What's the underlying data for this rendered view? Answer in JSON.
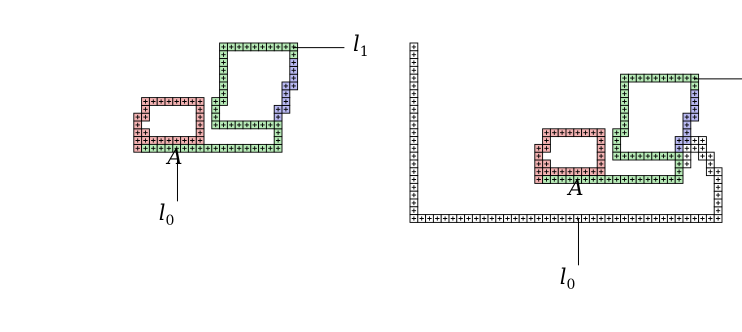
{
  "colors": {
    "red": "#f4b3b3",
    "green": "#b8ecb8",
    "blue": "#b9b9f2",
    "white": "#ffffff",
    "stroke": "#000000"
  },
  "labels": {
    "l1": {
      "base": "l",
      "sub": "1"
    },
    "l0": {
      "base": "l",
      "sub": "0"
    },
    "A": "A"
  },
  "panels": [
    {
      "id": "left",
      "paths": [
        {
          "fill": "red",
          "cells": [
            [
              24,
              12
            ],
            [
              23,
              12
            ],
            [
              22,
              12
            ],
            [
              21,
              12
            ],
            [
              20,
              12
            ],
            [
              19,
              12
            ],
            [
              18,
              12
            ],
            [
              17,
              12
            ],
            [
              17,
              11
            ],
            [
              16,
              11
            ],
            [
              16,
              10
            ],
            [
              16,
              9
            ],
            [
              17,
              9
            ],
            [
              17,
              8
            ],
            [
              17,
              7
            ],
            [
              18,
              7
            ],
            [
              19,
              7
            ],
            [
              20,
              7
            ],
            [
              21,
              7
            ],
            [
              22,
              7
            ],
            [
              23,
              7
            ],
            [
              24,
              7
            ],
            [
              24,
              8
            ],
            [
              24,
              9
            ],
            [
              24,
              10
            ],
            [
              24,
              11
            ]
          ]
        },
        {
          "fill": "red",
          "cells": [
            [
              17,
              12
            ],
            [
              17,
              13
            ],
            [
              16,
              13
            ],
            [
              16,
              12
            ]
          ]
        },
        {
          "fill": "green",
          "cells": [
            [
              17,
              13
            ],
            [
              18,
              13
            ],
            [
              19,
              13
            ],
            [
              20,
              13
            ],
            [
              21,
              13
            ],
            [
              22,
              13
            ],
            [
              23,
              13
            ],
            [
              24,
              13
            ],
            [
              25,
              13
            ],
            [
              26,
              13
            ],
            [
              27,
              13
            ],
            [
              28,
              13
            ],
            [
              29,
              13
            ],
            [
              30,
              13
            ],
            [
              31,
              13
            ],
            [
              32,
              13
            ],
            [
              33,
              13
            ],
            [
              34,
              13
            ],
            [
              34,
              12
            ],
            [
              34,
              11
            ],
            [
              34,
              10
            ]
          ]
        },
        {
          "fill": "blue",
          "cells": [
            [
              34,
              9
            ],
            [
              34,
              8
            ],
            [
              35,
              8
            ],
            [
              35,
              7
            ],
            [
              35,
              6
            ],
            [
              35,
              5
            ],
            [
              36,
              5
            ],
            [
              36,
              4
            ],
            [
              36,
              3
            ],
            [
              36,
              2
            ]
          ]
        },
        {
          "fill": "green",
          "cells": [
            [
              36,
              1
            ],
            [
              36,
              0
            ],
            [
              35,
              0
            ],
            [
              34,
              0
            ],
            [
              33,
              0
            ],
            [
              32,
              0
            ],
            [
              31,
              0
            ],
            [
              30,
              0
            ],
            [
              29,
              0
            ],
            [
              28,
              0
            ],
            [
              27,
              0
            ],
            [
              27,
              1
            ],
            [
              27,
              2
            ],
            [
              27,
              3
            ],
            [
              27,
              4
            ],
            [
              27,
              5
            ],
            [
              27,
              6
            ],
            [
              27,
              7
            ],
            [
              26,
              7
            ],
            [
              26,
              8
            ],
            [
              26,
              9
            ],
            [
              26,
              10
            ],
            [
              27,
              10
            ],
            [
              28,
              10
            ],
            [
              29,
              10
            ],
            [
              30,
              10
            ],
            [
              31,
              10
            ],
            [
              32,
              10
            ],
            [
              33,
              10
            ]
          ]
        }
      ],
      "line_l1": {
        "from": [
          36.4,
          0.6
        ],
        "to": [
          43,
          0.6
        ]
      },
      "line_l0": {
        "from": [
          21.6,
          14.2
        ],
        "to": [
          21.6,
          20.3
        ]
      },
      "pos_l1": [
        44.1,
        1.0
      ],
      "pos_l0": [
        19.2,
        22.7
      ],
      "pos_A": [
        20.3,
        15.5
      ]
    },
    {
      "id": "right",
      "paths": [
        {
          "fill": "white",
          "cells": [
            [
              0,
              -4
            ],
            [
              0,
              -3
            ],
            [
              0,
              -2
            ],
            [
              0,
              -1
            ],
            [
              0,
              0
            ],
            [
              0,
              1
            ],
            [
              0,
              2
            ],
            [
              0,
              3
            ],
            [
              0,
              4
            ],
            [
              0,
              5
            ],
            [
              0,
              6
            ],
            [
              0,
              7
            ],
            [
              0,
              8
            ],
            [
              0,
              9
            ],
            [
              0,
              10
            ],
            [
              0,
              11
            ],
            [
              0,
              12
            ],
            [
              0,
              13
            ],
            [
              0,
              14
            ],
            [
              0,
              15
            ],
            [
              0,
              16
            ],
            [
              0,
              17
            ],
            [
              0,
              18
            ],
            [
              1,
              18
            ],
            [
              2,
              18
            ],
            [
              3,
              18
            ],
            [
              4,
              18
            ],
            [
              5,
              18
            ],
            [
              6,
              18
            ],
            [
              7,
              18
            ],
            [
              8,
              18
            ],
            [
              9,
              18
            ],
            [
              10,
              18
            ],
            [
              11,
              18
            ],
            [
              12,
              18
            ],
            [
              13,
              18
            ],
            [
              14,
              18
            ],
            [
              15,
              18
            ],
            [
              16,
              18
            ],
            [
              17,
              18
            ],
            [
              18,
              18
            ],
            [
              19,
              18
            ],
            [
              20,
              18
            ],
            [
              21,
              18
            ],
            [
              22,
              18
            ],
            [
              23,
              18
            ],
            [
              24,
              18
            ],
            [
              25,
              18
            ],
            [
              26,
              18
            ],
            [
              27,
              18
            ],
            [
              28,
              18
            ],
            [
              29,
              18
            ],
            [
              30,
              18
            ],
            [
              31,
              18
            ],
            [
              32,
              18
            ],
            [
              33,
              18
            ],
            [
              34,
              18
            ],
            [
              35,
              18
            ],
            [
              36,
              18
            ],
            [
              37,
              18
            ],
            [
              38,
              18
            ],
            [
              39,
              18
            ],
            [
              39,
              17
            ],
            [
              39,
              16
            ],
            [
              39,
              15
            ],
            [
              39,
              14
            ],
            [
              39,
              13
            ],
            [
              39,
              12
            ],
            [
              38,
              12
            ],
            [
              38,
              11
            ],
            [
              38,
              10
            ],
            [
              37,
              10
            ],
            [
              37,
              9
            ],
            [
              37,
              8
            ],
            [
              36,
              8
            ],
            [
              36,
              9
            ],
            [
              35,
              9
            ],
            [
              35,
              10
            ],
            [
              35,
              11
            ]
          ]
        },
        {
          "fill": "red",
          "cells": [
            [
              24,
              12
            ],
            [
              23,
              12
            ],
            [
              22,
              12
            ],
            [
              21,
              12
            ],
            [
              20,
              12
            ],
            [
              19,
              12
            ],
            [
              18,
              12
            ],
            [
              17,
              12
            ],
            [
              17,
              11
            ],
            [
              16,
              11
            ],
            [
              16,
              10
            ],
            [
              16,
              9
            ],
            [
              17,
              9
            ],
            [
              17,
              8
            ],
            [
              17,
              7
            ],
            [
              18,
              7
            ],
            [
              19,
              7
            ],
            [
              20,
              7
            ],
            [
              21,
              7
            ],
            [
              22,
              7
            ],
            [
              23,
              7
            ],
            [
              24,
              7
            ],
            [
              24,
              8
            ],
            [
              24,
              9
            ],
            [
              24,
              10
            ],
            [
              24,
              11
            ]
          ]
        },
        {
          "fill": "red",
          "cells": [
            [
              17,
              12
            ],
            [
              17,
              13
            ],
            [
              16,
              13
            ],
            [
              16,
              12
            ]
          ]
        },
        {
          "fill": "green",
          "cells": [
            [
              17,
              13
            ],
            [
              18,
              13
            ],
            [
              19,
              13
            ],
            [
              20,
              13
            ],
            [
              21,
              13
            ],
            [
              22,
              13
            ],
            [
              23,
              13
            ],
            [
              24,
              13
            ],
            [
              25,
              13
            ],
            [
              26,
              13
            ],
            [
              27,
              13
            ],
            [
              28,
              13
            ],
            [
              29,
              13
            ],
            [
              30,
              13
            ],
            [
              31,
              13
            ],
            [
              32,
              13
            ],
            [
              33,
              13
            ],
            [
              34,
              13
            ],
            [
              34,
              12
            ],
            [
              34,
              11
            ],
            [
              34,
              10
            ]
          ]
        },
        {
          "fill": "blue",
          "cells": [
            [
              34,
              9
            ],
            [
              34,
              8
            ],
            [
              35,
              8
            ],
            [
              35,
              7
            ],
            [
              35,
              6
            ],
            [
              35,
              5
            ],
            [
              36,
              5
            ],
            [
              36,
              4
            ],
            [
              36,
              3
            ],
            [
              36,
              2
            ]
          ]
        },
        {
          "fill": "green",
          "cells": [
            [
              36,
              1
            ],
            [
              36,
              0
            ],
            [
              35,
              0
            ],
            [
              34,
              0
            ],
            [
              33,
              0
            ],
            [
              32,
              0
            ],
            [
              31,
              0
            ],
            [
              30,
              0
            ],
            [
              29,
              0
            ],
            [
              28,
              0
            ],
            [
              27,
              0
            ],
            [
              27,
              1
            ],
            [
              27,
              2
            ],
            [
              27,
              3
            ],
            [
              27,
              4
            ],
            [
              27,
              5
            ],
            [
              27,
              6
            ],
            [
              27,
              7
            ],
            [
              26,
              7
            ],
            [
              26,
              8
            ],
            [
              26,
              9
            ],
            [
              26,
              10
            ],
            [
              27,
              10
            ],
            [
              28,
              10
            ],
            [
              29,
              10
            ],
            [
              30,
              10
            ],
            [
              31,
              10
            ],
            [
              32,
              10
            ],
            [
              33,
              10
            ]
          ]
        }
      ],
      "line_l1": {
        "from": [
          36.4,
          0.6
        ],
        "to": [
          43,
          0.6
        ]
      },
      "line_l0": {
        "from": [
          21.6,
          18.5
        ],
        "to": [
          21.6,
          24.5
        ]
      },
      "pos_l1": [
        44.0,
        1.0
      ],
      "pos_l0": [
        19.2,
        26.9
      ],
      "pos_A": [
        20.3,
        15.5
      ]
    }
  ]
}
